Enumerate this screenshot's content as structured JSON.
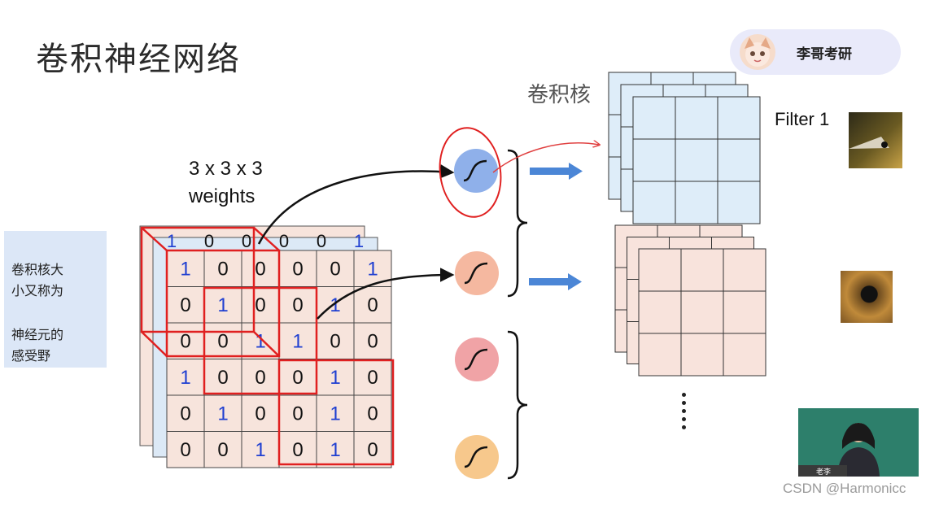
{
  "title": "卷积神经网络",
  "badge": {
    "name": "李哥考研"
  },
  "side_note": {
    "line1": "卷积核大",
    "line2": "小又称为",
    "line3": "神经元的",
    "line4": "感受野"
  },
  "labels": {
    "kernel": "卷积核",
    "weights_line1": "3 x 3 x 3",
    "weights_line2": "weights",
    "filter": "Filter 1"
  },
  "input_grid": [
    [
      "1",
      "0",
      "0",
      "0",
      "0",
      "1"
    ],
    [
      "0",
      "1",
      "0",
      "0",
      "1",
      "0"
    ],
    [
      "0",
      "0",
      "1",
      "1",
      "0",
      "0"
    ],
    [
      "1",
      "0",
      "0",
      "0",
      "1",
      "0"
    ],
    [
      "0",
      "1",
      "0",
      "0",
      "1",
      "0"
    ],
    [
      "0",
      "0",
      "1",
      "0",
      "1",
      "0"
    ]
  ],
  "back_layer_top_row": [
    "1",
    "0",
    "0",
    "0",
    "0",
    "1"
  ],
  "colors": {
    "grid_fill": "#f7e4dc",
    "grid_back_fill": "#dce9f6",
    "one_color": "#1f3fd1",
    "zero_color": "#111111",
    "highlight": "#e02020",
    "filter1_fill": "#deedf9",
    "filter2_fill": "#f8e3dc",
    "arrow_blue": "#4b86d6",
    "neuron_blue": "#8fb0ea",
    "neuron_salmon": "#f5b8a0",
    "neuron_pink": "#f0a3a6",
    "neuron_orange": "#f7c88c"
  },
  "watermark": "CSDN @Harmonicc",
  "webcam_name": "老李"
}
